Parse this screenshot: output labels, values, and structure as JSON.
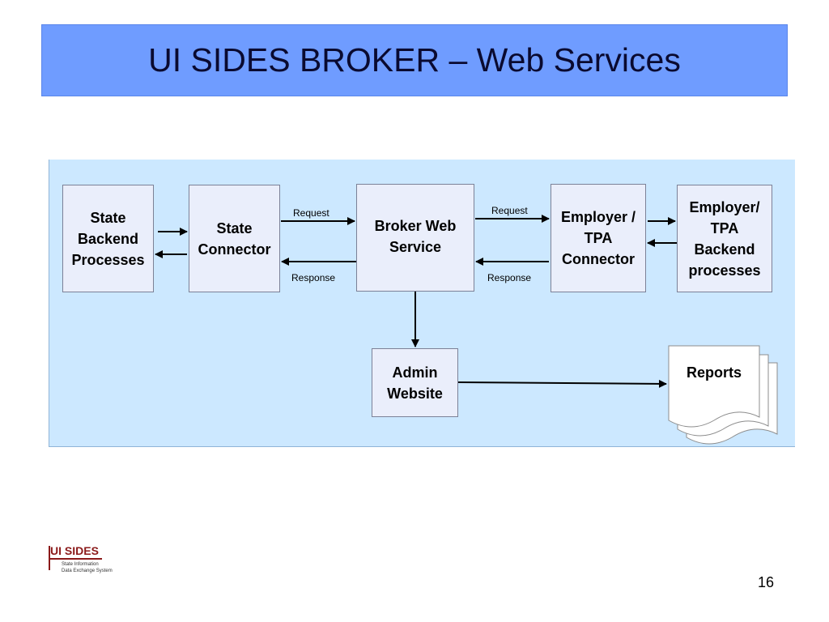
{
  "slide": {
    "title": "UI SIDES BROKER – Web Services",
    "page_number": "16"
  },
  "diagram": {
    "nodes": {
      "state_backend": "State\nBackend\nProcesses",
      "state_connector": "State\nConnector",
      "broker_web_service": "Broker Web\nService",
      "employer_tpa_connector": "Employer /\nTPA\nConnector",
      "employer_tpa_backend": "Employer/\nTPA\nBackend\nprocesses",
      "admin_website": "Admin\nWebsite",
      "reports": "Reports"
    },
    "edge_labels": {
      "left_request": "Request",
      "left_response": "Response",
      "right_request": "Request",
      "right_response": "Response"
    }
  },
  "logo": {
    "name": "UI SIDES",
    "line1": "State Information",
    "line2": "Data Exchange System"
  },
  "colors": {
    "title_bar": "#6f9cff",
    "panel": "#cce8ff",
    "node_fill": "#eaeefb"
  }
}
